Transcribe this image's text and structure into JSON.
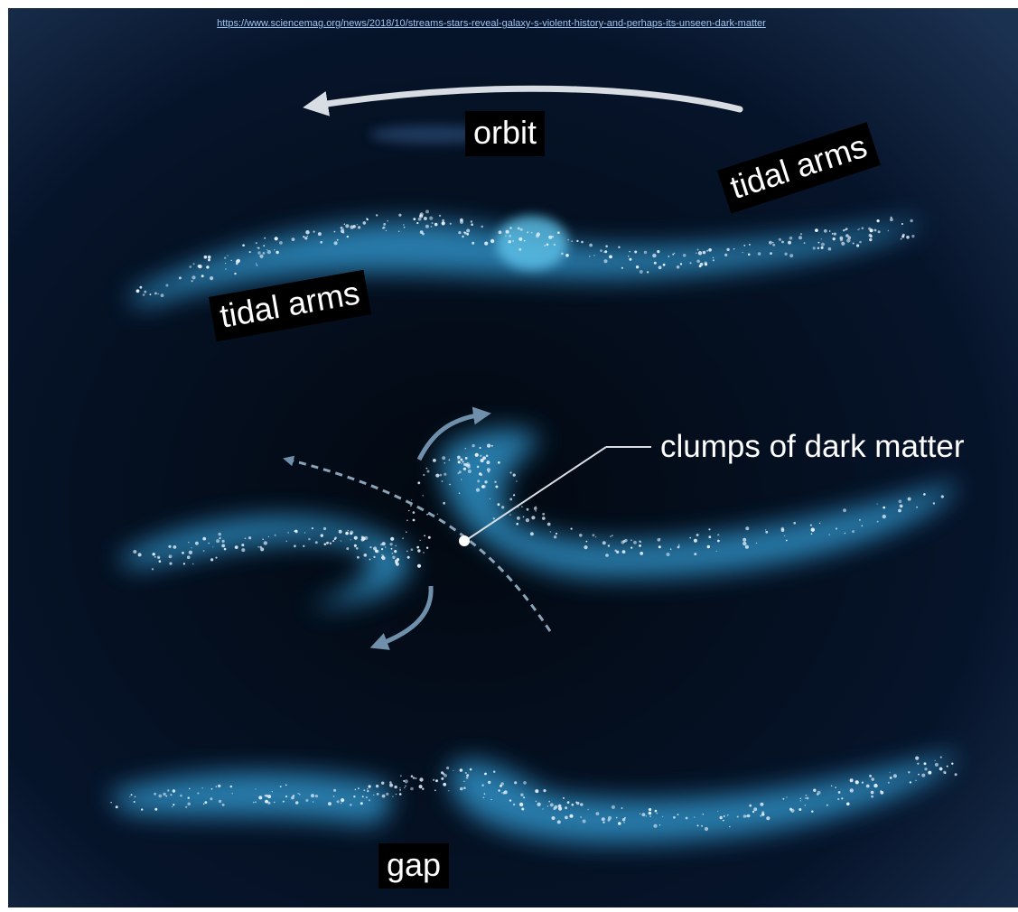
{
  "source_url": "https://www.sciencemag.org/news/2018/10/streams-stars-reveal-galaxy-s-violent-history-and-perhaps-its-unseen-dark-matter",
  "labels": {
    "orbit": "orbit",
    "tidal_arms_top": "tidal arms",
    "tidal_arms_left": "tidal arms",
    "dark_matter": "clumps of dark matter",
    "gap": "gap"
  },
  "colors": {
    "background": "#05101f",
    "stream_glow": "#3fa7d6",
    "stars": "#e6f2ff",
    "arrow": "#6f8faa",
    "label_bg": "#000000",
    "label_text": "#ffffff"
  }
}
